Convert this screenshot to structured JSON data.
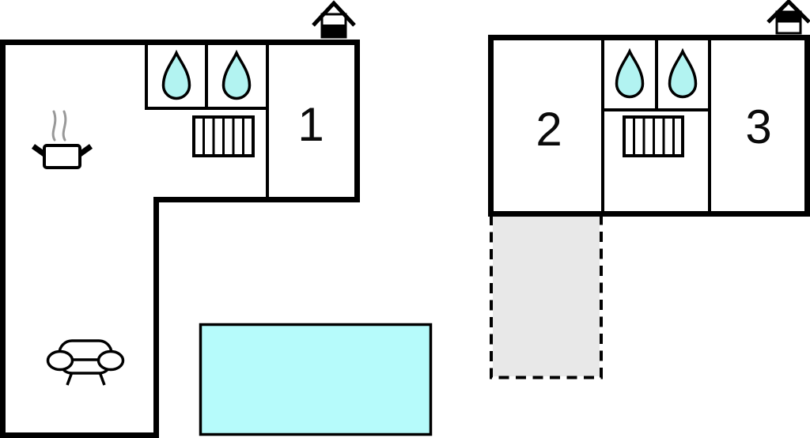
{
  "floorplan": {
    "type": "holiday-home floor plan with two units, pool and terrace",
    "rooms": [
      {
        "number": "1",
        "building": "left-unit"
      },
      {
        "number": "2",
        "building": "right-unit"
      },
      {
        "number": "3",
        "building": "right-unit"
      }
    ],
    "icons": {
      "left_unit": [
        "home-level-icon",
        "shower-drop-icon",
        "shower-drop-icon",
        "radiator-icon",
        "cooking-pot-icon",
        "sofa-icon"
      ],
      "right_unit": [
        "home-level-icon",
        "shower-drop-icon",
        "shower-drop-icon",
        "radiator-icon"
      ],
      "outdoor": [
        "swimming-pool",
        "terrace-dashed-area"
      ]
    }
  },
  "colors": {
    "wall": "#000000",
    "water_drop": "#b2f3f1",
    "pool": "#b6fbfb",
    "terrace_fill": "#e8e8e8",
    "steam": "#999999",
    "background": "#ffffff"
  }
}
